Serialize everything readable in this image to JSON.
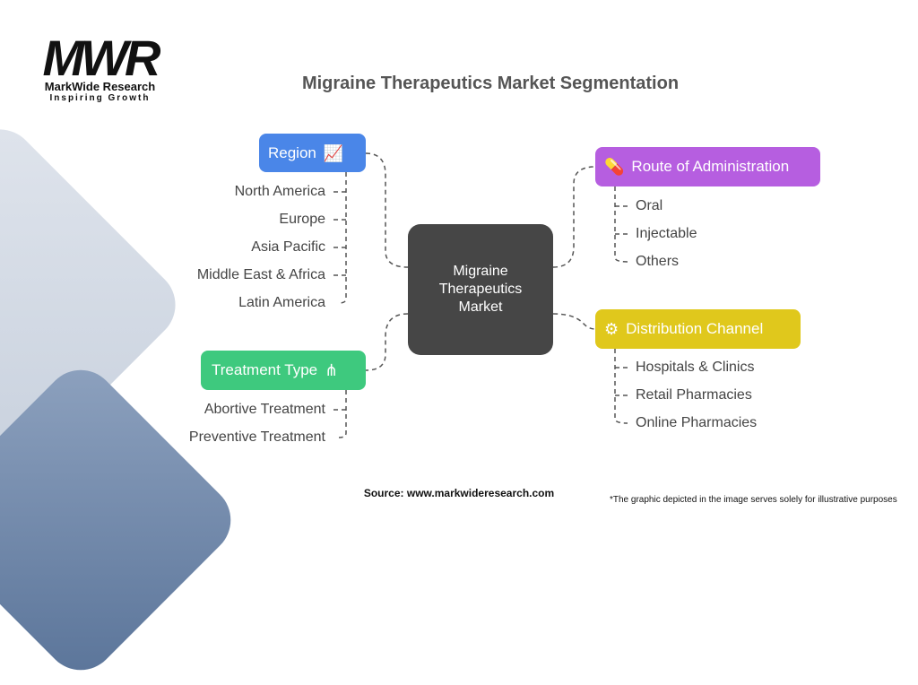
{
  "logo": {
    "mark": "MWR",
    "name": "MarkWide Research",
    "tagline": "Inspiring Growth"
  },
  "title": "Migraine Therapeutics Market Segmentation",
  "center": "Migraine Therapeutics Market",
  "segments": {
    "region": {
      "label": "Region",
      "color": "#4a86e8",
      "items": [
        "North America",
        "Europe",
        "Asia Pacific",
        "Middle East & Africa",
        "Latin America"
      ]
    },
    "treatment": {
      "label": "Treatment Type",
      "color": "#3ec97e",
      "items": [
        "Abortive Treatment",
        "Preventive Treatment"
      ]
    },
    "route": {
      "label": "Route of Administration",
      "color": "#b65ee0",
      "items": [
        "Oral",
        "Injectable",
        "Others"
      ]
    },
    "distribution": {
      "label": "Distribution Channel",
      "color": "#e0c81c",
      "items": [
        "Hospitals & Clinics",
        "Retail Pharmacies",
        "Online Pharmacies"
      ]
    }
  },
  "footer": {
    "source": "Source: www.markwideresearch.com",
    "note": "*The graphic depicted in the image serves solely for illustrative purposes"
  }
}
